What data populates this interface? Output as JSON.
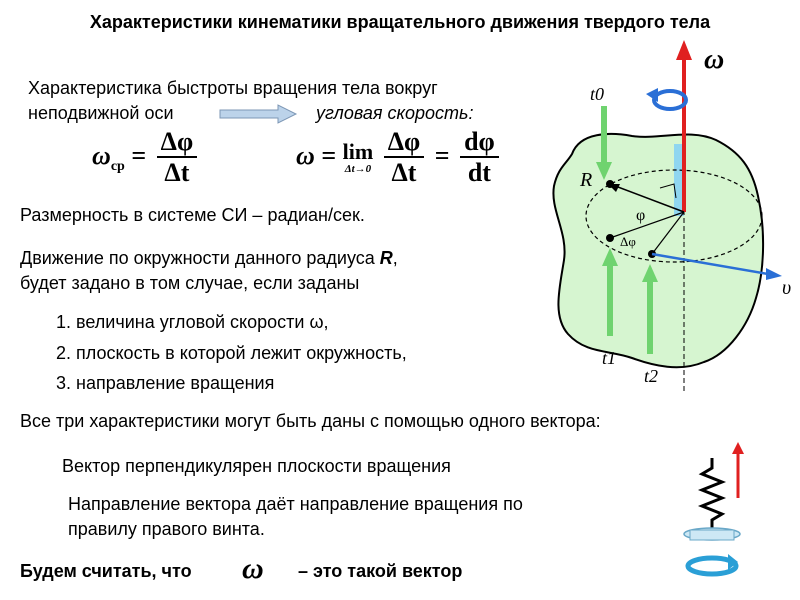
{
  "title": "Характеристики кинематики вращательного движения твердого тела",
  "intro": {
    "line1": "Характеристика быстроты вращения тела вокруг",
    "line2_a": "неподвижной оси",
    "line2_b": "угловая скорость:"
  },
  "formula_avg": {
    "omega": "ω",
    "subscript": "ср",
    "equals": "=",
    "numerator": "Δφ",
    "denominator": "Δt"
  },
  "formula_inst": {
    "omega": "ω",
    "equals": "=",
    "lim": "lim",
    "lim_under": "Δt→0",
    "numerator": "Δφ",
    "denominator": "Δt",
    "equals2": "=",
    "numerator2": "dφ",
    "denominator2": "dt"
  },
  "dimension": "Размерность в системе СИ – радиан/сек.",
  "motion": {
    "line1_a": "Движение по окружности данного радиуса ",
    "line1_r": "R",
    "line1_b": ",",
    "line2": "будет задано в том случае, если заданы"
  },
  "list": [
    "1. величина угловой скорости ω,",
    "2. плоскость в которой лежит окружность,",
    "3. направление вращения"
  ],
  "all_three": "Все три характеристики могут быть даны  с помощью одного вектора:",
  "perpendicular": "Вектор перпендикулярен плоскости вращения",
  "direction_line1": "Направление вектора даёт направление вращения по",
  "direction_line2": "правилу правого винта.",
  "conclusion": {
    "a": "Будем считать, что",
    "omega": "ω",
    "b": "–   это такой вектор"
  },
  "diagram": {
    "omega_label": "ω",
    "t0": "t0",
    "t1": "t1",
    "t2": "t2",
    "r": "R",
    "phi": "φ",
    "dphi": "Δφ",
    "v": "υ"
  },
  "colors": {
    "body_fill": "#d6f5d0",
    "axis_red": "#e02020",
    "arrow_blue": "#2a6fd6",
    "arrow_green": "#6fd36f"
  }
}
